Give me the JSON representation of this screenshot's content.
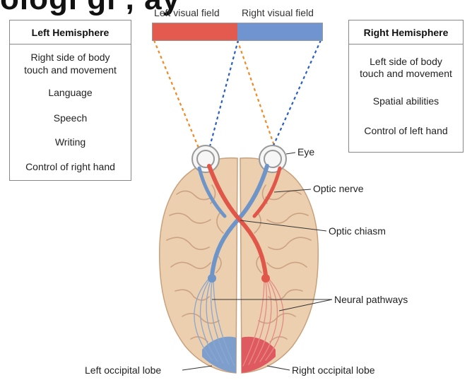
{
  "header": {
    "text": "ologi gl , ay"
  },
  "visual_fields": {
    "left_label": "Left visual field",
    "right_label": "Right visual field",
    "left_color": "#e35a4e",
    "right_color": "#6f94cf"
  },
  "left_hemisphere": {
    "title": "Left Hemisphere",
    "items": [
      "Right side of body",
      "touch and movement",
      "Language",
      "Speech",
      "Writing",
      "Control of right hand"
    ]
  },
  "right_hemisphere": {
    "title": "Right Hemisphere",
    "items": [
      "Left side of body",
      "touch and movement",
      "Spatial abilities",
      "Control of left hand"
    ]
  },
  "callouts": {
    "eye": "Eye",
    "optic_nerve": "Optic nerve",
    "optic_chiasm": "Optic chiasm",
    "neural_pathways": "Neural pathways",
    "left_occipital": "Left occipital lobe",
    "right_occipital": "Right occipital lobe"
  },
  "colors": {
    "brain": "#eccfae",
    "brain_fold": "#c9a07c",
    "red_path": "#e0574a",
    "blue_path": "#6f95c8",
    "orange_dash": "#f08a24",
    "blue_dash": "#2b5fc4"
  }
}
